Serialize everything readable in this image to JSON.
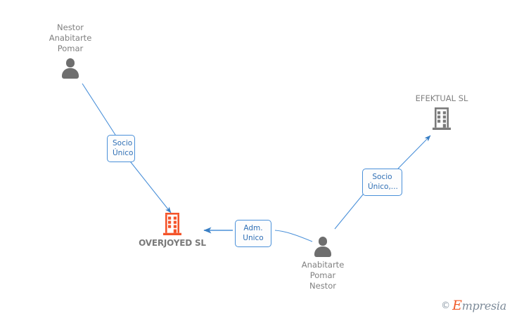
{
  "diagram": {
    "title": "OVERJOYED SL corporate relationship map",
    "background": "#ffffff",
    "accent_company_color": "#f4542a",
    "accent_edge_color": "#4a90d9",
    "node_label_color": "#808080"
  },
  "nodes": [
    {
      "id": "person-nestor-top",
      "type": "person",
      "icon": "person-icon",
      "label": "Nestor\nAnabitarte\nPomar",
      "label_position": "above"
    },
    {
      "id": "company-overjoyed",
      "type": "company",
      "icon": "building-icon",
      "label": "OVERJOYED SL",
      "label_position": "below",
      "highlight": true
    },
    {
      "id": "company-efektual",
      "type": "company",
      "icon": "building-icon",
      "label": "EFEKTUAL SL",
      "label_position": "above",
      "highlight": false
    },
    {
      "id": "person-anabitarte-bottom",
      "type": "person",
      "icon": "person-icon",
      "label": "Anabitarte\nPomar\nNestor",
      "label_position": "below"
    }
  ],
  "edges": [
    {
      "id": "edge-nestor-to-overjoyed",
      "from": "person-nestor-top",
      "to": "company-overjoyed",
      "label": "Socio\nÚnico"
    },
    {
      "id": "edge-anabitarte-to-overjoyed",
      "from": "person-anabitarte-bottom",
      "to": "company-overjoyed",
      "label": "Adm.\nUnico"
    },
    {
      "id": "edge-anabitarte-to-efektual",
      "from": "person-anabitarte-bottom",
      "to": "company-efektual",
      "label": "Socio\nÚnico,..."
    }
  ],
  "watermark": {
    "copyright_symbol": "©",
    "brand_initial": "E",
    "brand_rest": "mpresia"
  }
}
